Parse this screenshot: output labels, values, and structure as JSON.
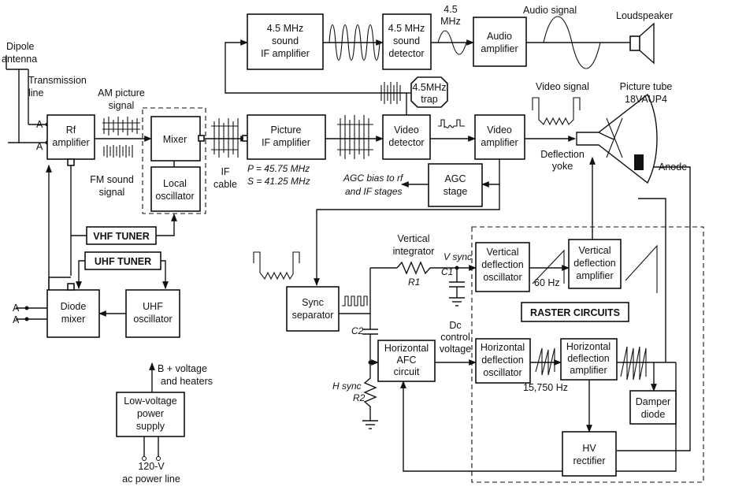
{
  "blocks": {
    "rf_amp": [
      "Rf",
      "amplifier"
    ],
    "mixer": [
      "Mixer"
    ],
    "local_osc": [
      "Local",
      "oscillator"
    ],
    "picture_if": [
      "Picture",
      "IF amplifier"
    ],
    "video_detector": [
      "Video",
      "detector"
    ],
    "video_amp": [
      "Video",
      "amplifier"
    ],
    "sound_if": [
      "4.5 MHz",
      "sound",
      "IF amplifier"
    ],
    "sound_detector": [
      "4.5 MHz",
      "sound",
      "detector"
    ],
    "audio_amp": [
      "Audio",
      "amplifier"
    ],
    "trap": [
      "4.5MHz",
      "trap"
    ],
    "agc": [
      "AGC",
      "stage"
    ],
    "diode_mixer": [
      "Diode",
      "mixer"
    ],
    "uhf_osc": [
      "UHF",
      "oscillator"
    ],
    "lv_supply": [
      "Low-voltage",
      "power",
      "supply"
    ],
    "sync_sep": [
      "Sync",
      "separator"
    ],
    "h_afc": [
      "Horizontal",
      "AFC",
      "circuit"
    ],
    "v_osc": [
      "Vertical",
      "deflection",
      "oscillator"
    ],
    "v_amp": [
      "Vertical",
      "deflection",
      "amplifier"
    ],
    "h_osc": [
      "Horizontal",
      "deflection",
      "oscillator"
    ],
    "h_amp": [
      "Horizontal",
      "deflection",
      "amplifier"
    ],
    "damper": [
      "Damper",
      "diode"
    ],
    "hv": [
      "HV",
      "rectifier"
    ]
  },
  "tuners": {
    "vhf": "VHF TUNER",
    "uhf": "UHF TUNER",
    "raster": "RASTER CIRCUITS"
  },
  "labels": {
    "dipole": [
      "Dipole",
      "antenna"
    ],
    "trans_line": [
      "Transmission",
      "line"
    ],
    "a_top": "A",
    "a_bottom": "A",
    "a_uhf_1": "A",
    "a_uhf_2": "A",
    "am_picture": [
      "AM picture",
      "signal"
    ],
    "fm_sound": [
      "FM sound",
      "signal"
    ],
    "if_cable": [
      "IF",
      "cable"
    ],
    "p_freq": "P = 45.75 MHz",
    "s_freq": "S = 41.25 MHz",
    "agc_bias": [
      "AGC bias to rf",
      "and IF stages"
    ],
    "four_five": [
      "4.5",
      "MHz"
    ],
    "audio_signal": "Audio signal",
    "loudspeaker": "Loudspeaker",
    "video_signal": "Video signal",
    "picture_tube": [
      "Picture tube",
      "18VAUP4"
    ],
    "deflection_yoke": [
      "Deflection",
      "yoke"
    ],
    "anode": "Anode",
    "vert_integrator": [
      "Vertical",
      "integrator"
    ],
    "r1": "R1",
    "c1": "C1",
    "v_sync": "V sync",
    "sixty_hz": "60 Hz",
    "c2": "C2",
    "dc_control": [
      "Dc",
      "control",
      "voltage"
    ],
    "h_sync": "H sync",
    "r2": "R2",
    "freq_15750": "15,750 Hz",
    "b_plus": [
      "B + voltage",
      "and heaters"
    ],
    "ac_line": [
      "120-V",
      "ac power line"
    ]
  }
}
